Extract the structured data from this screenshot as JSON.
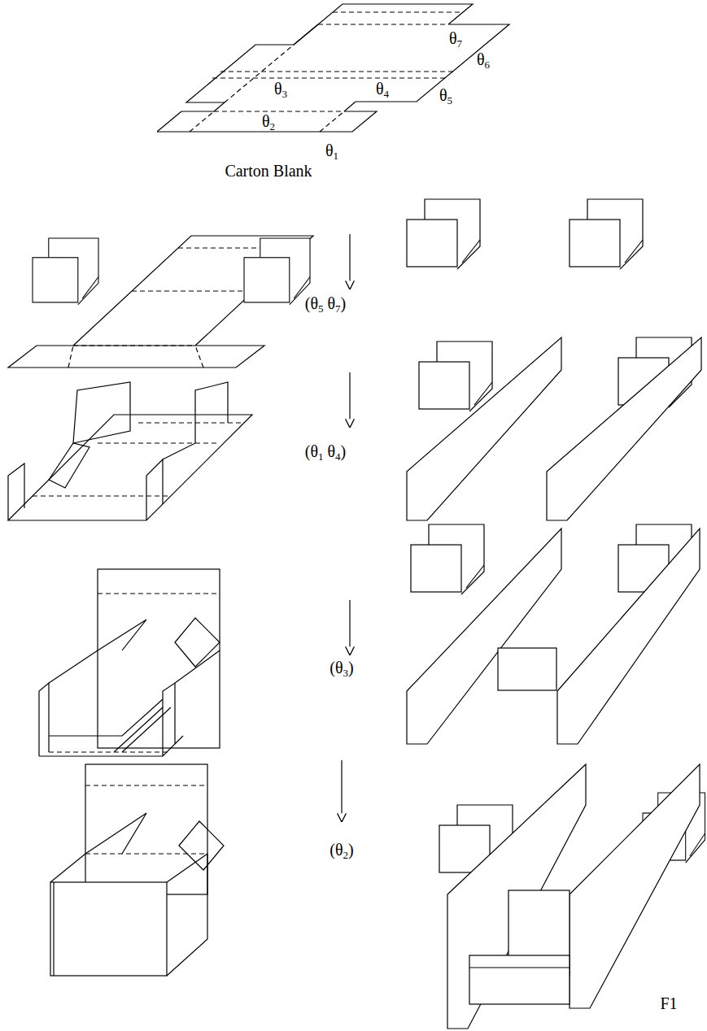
{
  "diagram": {
    "labels": [
      "θ7",
      "θ6",
      "θ5",
      "θ4",
      "θ3",
      "θ2",
      "θ1",
      "Carton Blank",
      "(θ5 θ7)",
      "(θ1 θ4)",
      "(θ3)",
      "(θ2)",
      "F1"
    ]
  }
}
